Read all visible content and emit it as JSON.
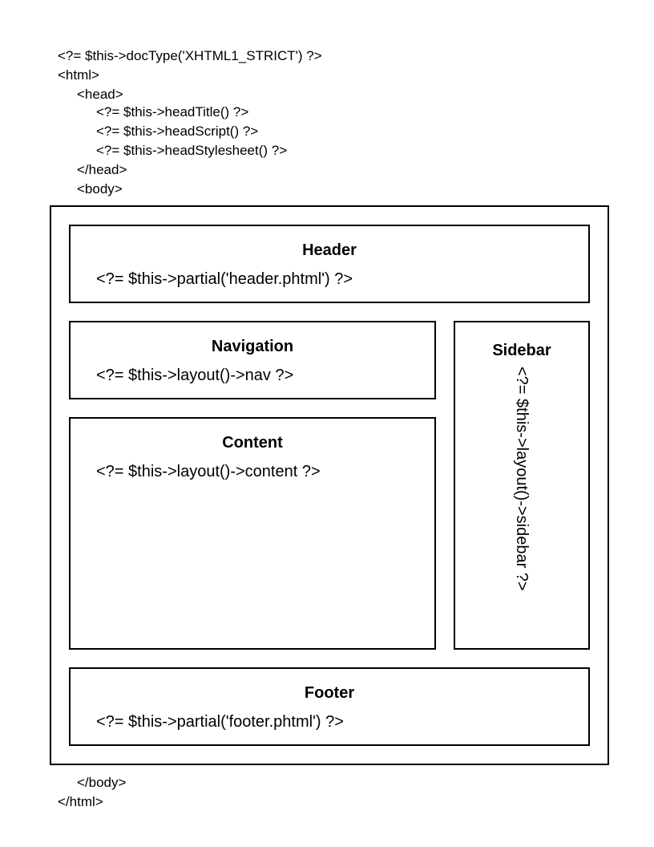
{
  "code_before": [
    "<?= $this->docType('XHTML1_STRICT') ?>",
    "<html>",
    "<head>",
    "<?= $this->headTitle() ?>",
    "<?= $this->headScript() ?>",
    "<?= $this->headStylesheet() ?>",
    "</head>",
    "<body>"
  ],
  "regions": {
    "header": {
      "title": "Header",
      "code": "<?= $this->partial('header.phtml') ?>"
    },
    "navigation": {
      "title": "Navigation",
      "code": "<?= $this->layout()->nav ?>"
    },
    "content": {
      "title": "Content",
      "code": "<?= $this->layout()->content ?>"
    },
    "sidebar": {
      "title": "Sidebar",
      "code": "<?= $this->layout()->sidebar ?>"
    },
    "footer": {
      "title": "Footer",
      "code": "<?= $this->partial('footer.phtml') ?>"
    }
  },
  "code_after": [
    "</body>",
    "</html>"
  ]
}
